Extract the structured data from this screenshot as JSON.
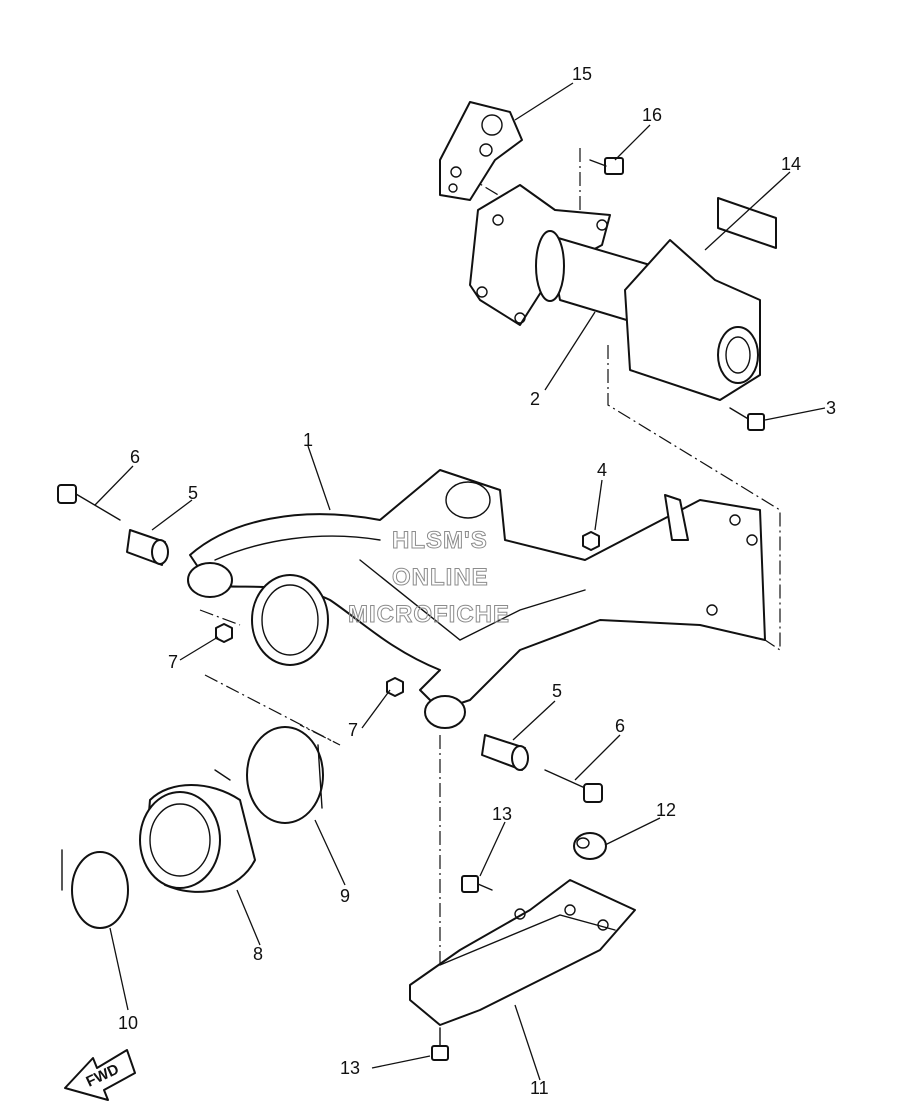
{
  "callouts": [
    {
      "id": "1",
      "label": "1"
    },
    {
      "id": "2",
      "label": "2"
    },
    {
      "id": "3",
      "label": "3"
    },
    {
      "id": "4",
      "label": "4"
    },
    {
      "id": "5a",
      "label": "5"
    },
    {
      "id": "5b",
      "label": "5"
    },
    {
      "id": "6a",
      "label": "6"
    },
    {
      "id": "6b",
      "label": "6"
    },
    {
      "id": "7a",
      "label": "7"
    },
    {
      "id": "7b",
      "label": "7"
    },
    {
      "id": "8",
      "label": "8"
    },
    {
      "id": "9",
      "label": "9"
    },
    {
      "id": "10",
      "label": "10"
    },
    {
      "id": "11",
      "label": "11"
    },
    {
      "id": "12",
      "label": "12"
    },
    {
      "id": "13a",
      "label": "13"
    },
    {
      "id": "13b",
      "label": "13"
    },
    {
      "id": "14",
      "label": "14"
    },
    {
      "id": "15",
      "label": "15"
    },
    {
      "id": "16",
      "label": "16"
    }
  ],
  "watermark": {
    "line1": "HLSM'S",
    "line2": "ONLINE",
    "line3": "MICROFICHE"
  },
  "fwd_label": "FWD"
}
